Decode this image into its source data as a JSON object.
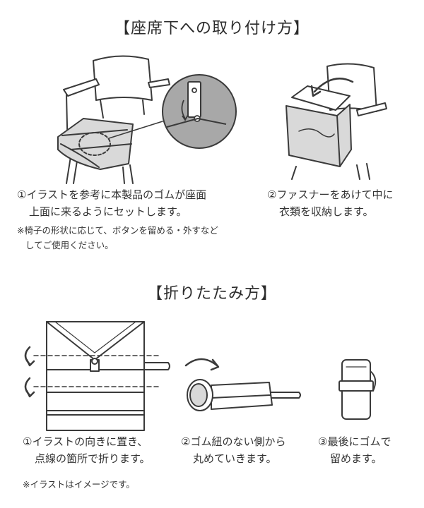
{
  "section1": {
    "title": "【座席下への取り付け方】",
    "step1": {
      "line1": "①イラストを参考に本製品のゴムが座面",
      "line2": "上面に来るようにセットします。"
    },
    "note1": {
      "line1": "※椅子の形状に応じて、ボタンを留める・外すなど",
      "line2": "してご使用ください。"
    },
    "step2": {
      "line1": "②ファスナーをあけて中に",
      "line2": "衣類を収納します。"
    }
  },
  "section2": {
    "title": "【折りたたみ方】",
    "step1": {
      "line1": "①イラストの向きに置き、",
      "line2": "点線の箇所で折ります。"
    },
    "step2": {
      "line1": "②ゴム紐のない側から",
      "line2": "丸めていきます。"
    },
    "step3": {
      "line1": "③最後にゴムで",
      "line2": "留めます。"
    },
    "note": "※イラストはイメージです。"
  },
  "colors": {
    "line": "#3a3a3a",
    "fabric": "#d9d9d9",
    "zoom_bg": "#a8a8a8"
  }
}
